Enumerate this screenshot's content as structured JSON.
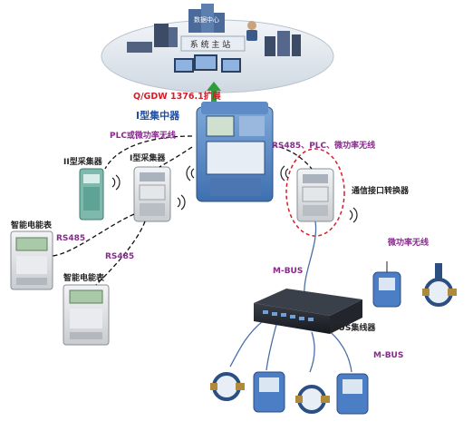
{
  "cloud": {
    "data_center": "数据中心",
    "main_station": "系 统 主 站"
  },
  "labels": {
    "protocol": "Q/GDW 1376.1扩展",
    "concentrator": "I型集中器",
    "plc_wireless": "PLC或微功率无线",
    "rs485_plc_wireless": "RS485、PLC、微功率无线",
    "collector_type2": "II型采集器",
    "collector_type1": "I型采集器",
    "interface_converter": "通信接口转换器",
    "smart_meter_1": "智能电能表",
    "smart_meter_2": "智能电能表",
    "rs485_1": "RS485",
    "rs485_2": "RS485",
    "micro_wireless": "微功率无线",
    "mbus_1": "M-BUS",
    "mbus_hub": "M-BUS集线器",
    "mbus_2": "M-BUS"
  },
  "colors": {
    "purple_label": "#8a2a8f",
    "blue_label": "#1f4fa8",
    "red_label": "#d0202a",
    "arrow_green": "#2e9e3a",
    "cloud": "#dfe6ee"
  }
}
